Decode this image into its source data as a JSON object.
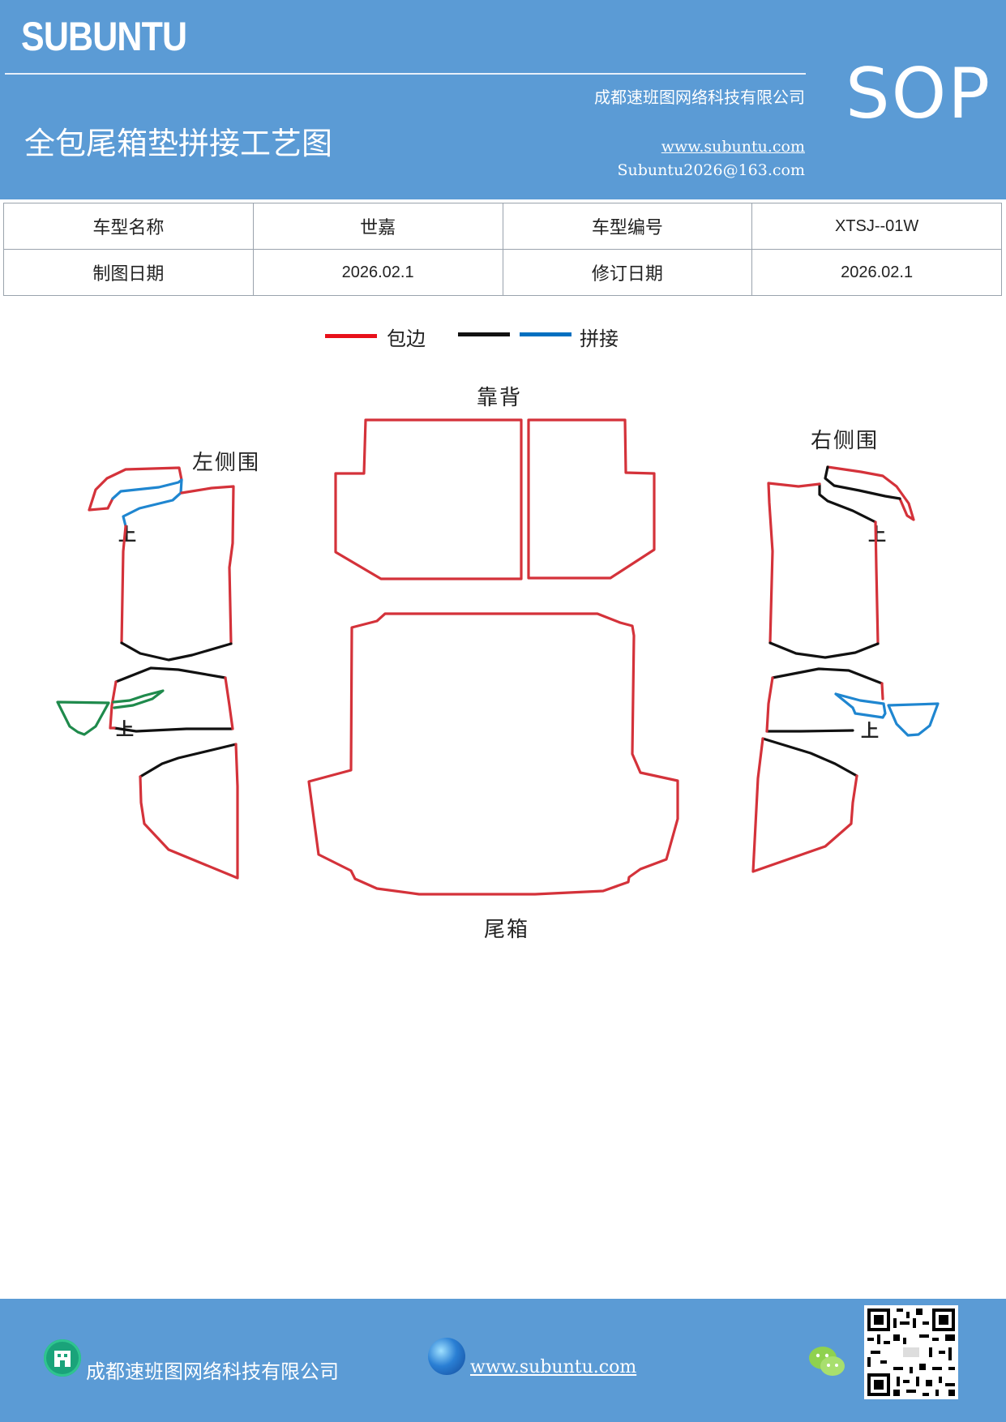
{
  "header": {
    "brand": "SUBUNTU",
    "company": "成都速班图网络科技有限公司",
    "title": "全包尾箱垫拼接工艺图",
    "website": "www.subuntu.com",
    "email": "Subuntu2026@163.com",
    "badge": "SOP"
  },
  "info_table": {
    "rows": [
      [
        "车型名称",
        "世嘉",
        "车型编号",
        "XTSJ--01W"
      ],
      [
        "制图日期",
        "2026.02.1",
        "修订日期",
        "2026.02.1"
      ]
    ]
  },
  "legend": {
    "items": [
      {
        "label": "包边",
        "color": "#e8101a"
      },
      {
        "label": "",
        "color": "#111111"
      },
      {
        "label": "拼接",
        "color": "#0070c0"
      }
    ]
  },
  "diagram": {
    "labels": {
      "backrest": "靠背",
      "left_side": "左侧围",
      "right_side": "右侧围",
      "trunk": "尾箱"
    },
    "up_mark": "上",
    "colors": {
      "edge": "#d4323a",
      "seam_black": "#111111",
      "seam_blue": "#1f86d0",
      "seam_green": "#1f8a4c"
    }
  },
  "footer": {
    "company": "成都速班图网络科技有限公司",
    "website": "www.subuntu.com"
  }
}
